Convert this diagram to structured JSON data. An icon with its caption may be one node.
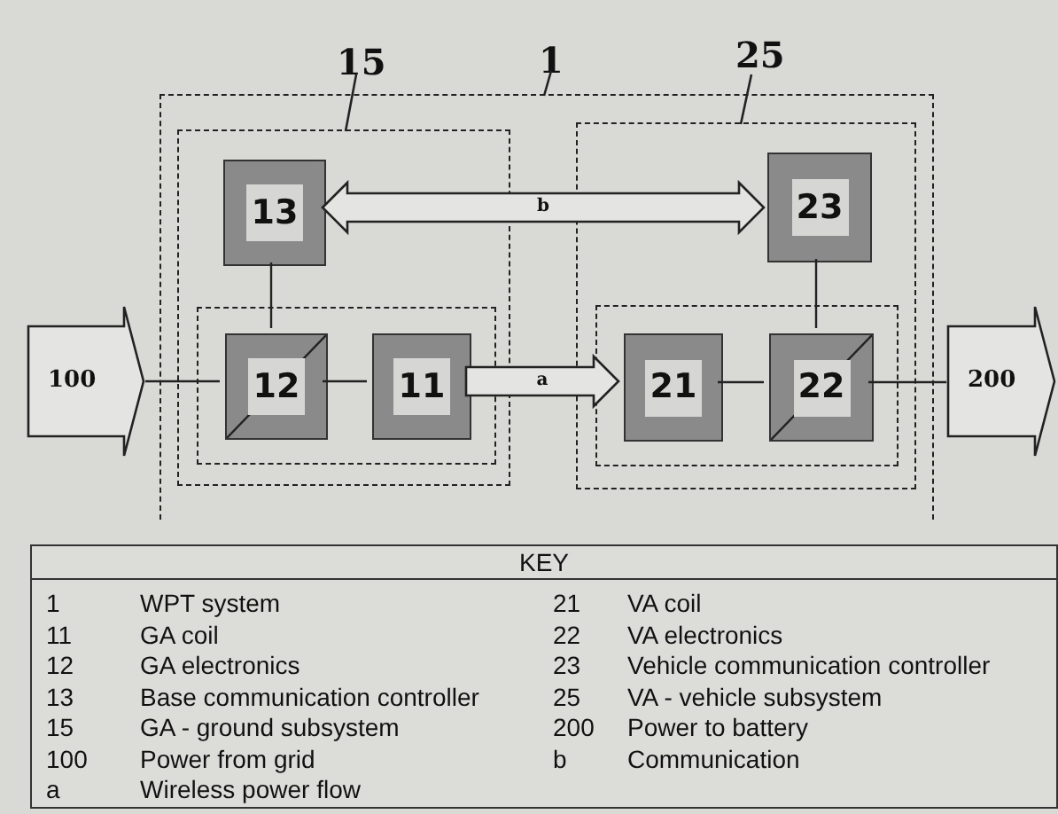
{
  "diagram": {
    "nodes": [
      {
        "text": [
          "1"
        ]
      },
      {
        "text": [
          "15"
        ],
        "in": 0
      },
      {
        "text": [],
        "shape": "box",
        "in": 1
      },
      {
        "text": [
          "13"
        ],
        "in": 1
      },
      {
        "text": [
          "12"
        ],
        "in": 2
      },
      {
        "text": [
          "11"
        ],
        "in": 2
      },
      {
        "text": [
          "25"
        ],
        "in": 0
      },
      {
        "text": [
          "23"
        ],
        "in": 6
      },
      {
        "text": [],
        "shape": "box",
        "in": 6
      },
      {
        "text": [
          "21"
        ],
        "in": 8
      },
      {
        "text": [
          "22"
        ],
        "in": 8
      },
      {
        "text": [
          "100"
        ]
      },
      {
        "text": [
          "200"
        ]
      }
    ],
    "edges": [
      {
        "from": 11,
        "to": 4,
        "arrow": "none"
      },
      {
        "from": 4,
        "to": 3,
        "arrow": "none"
      },
      {
        "from": 4,
        "to": 5,
        "arrow": "none"
      },
      {
        "from": 5,
        "to": 9,
        "arrow": "to",
        "label": "a",
        "style": "thick"
      },
      {
        "from": 3,
        "to": 7,
        "arrow": "both",
        "label": "b",
        "style": "thick"
      },
      {
        "from": 9,
        "to": 10,
        "arrow": "none"
      },
      {
        "from": 10,
        "to": 7,
        "arrow": "none"
      },
      {
        "from": 10,
        "to": 12,
        "arrow": "none"
      }
    ],
    "labels": [
      "KEY",
      "1",
      "WPT system",
      "21",
      "VA coil",
      "11",
      "GA coil",
      "22",
      "VA electronics",
      "12",
      "GA electronics",
      "23",
      "Vehicle communication controller",
      "13",
      "Base communication controller",
      "25",
      "VA - vehicle subsystem",
      "15",
      "GA - ground subsystem",
      "200",
      "Power to battery",
      "100",
      "Power from grid",
      "b",
      "Communication",
      "a",
      "Wireless power flow"
    ]
  }
}
